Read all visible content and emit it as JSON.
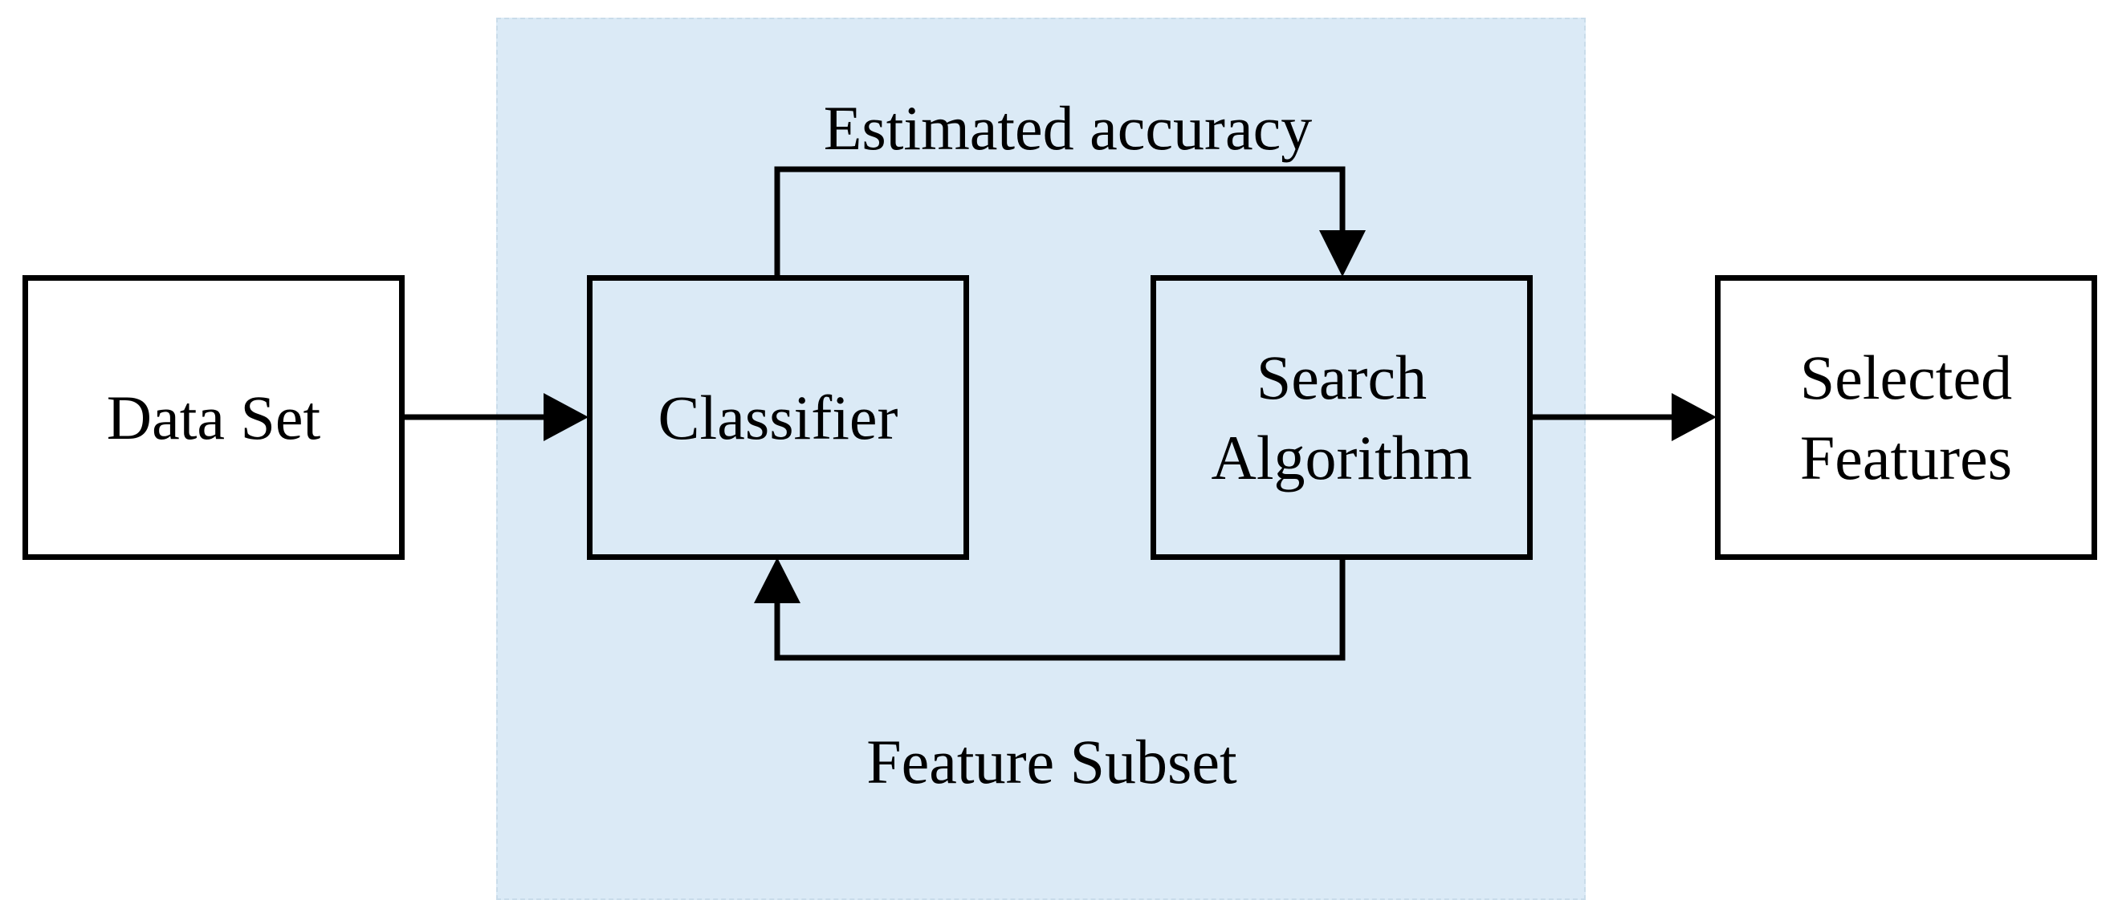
{
  "colors": {
    "region_fill": "#dbeaf6",
    "box_fill_outer": "#ffffff",
    "stroke": "#000000",
    "text": "#000000"
  },
  "nodes": {
    "data_set": {
      "label": "Data Set"
    },
    "classifier": {
      "label": "Classifier"
    },
    "search_algorithm": {
      "line1": "Search",
      "line2": "Algorithm"
    },
    "selected_features": {
      "line1": "Selected",
      "line2": "Features"
    }
  },
  "edges": {
    "estimated_accuracy": {
      "label": "Estimated accuracy",
      "from": "classifier",
      "to": "search_algorithm"
    },
    "feature_subset": {
      "label": "Feature Subset",
      "from": "search_algorithm",
      "to": "classifier"
    },
    "data_set_to_classifier": {
      "from": "data_set",
      "to": "classifier"
    },
    "search_to_selected": {
      "from": "search_algorithm",
      "to": "selected_features"
    }
  }
}
